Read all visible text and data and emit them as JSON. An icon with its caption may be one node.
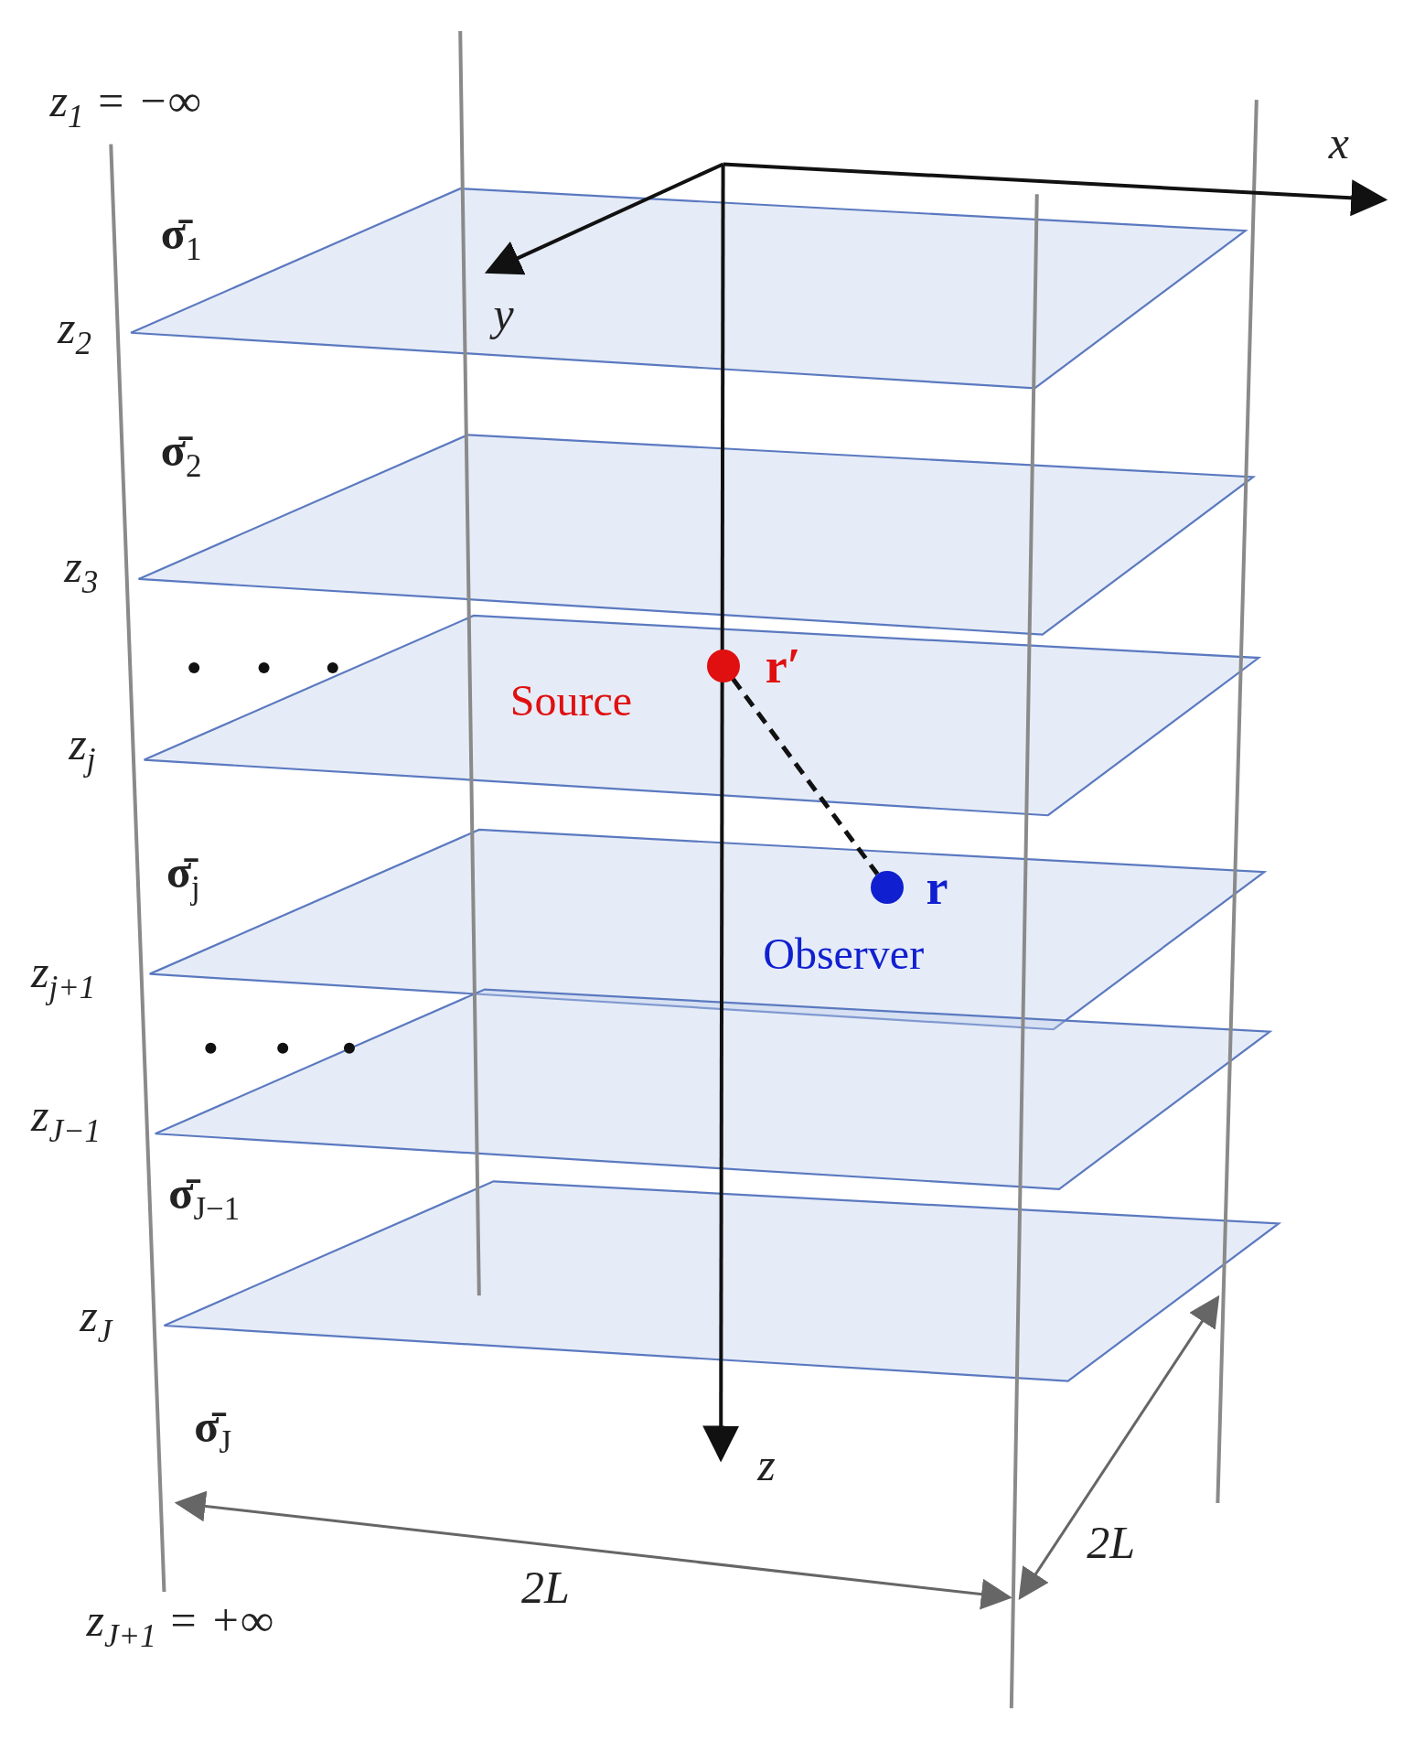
{
  "diagram": {
    "nodes": [
      {
        "text": [],
        "shape": "circle",
        "beside": [
          "r′",
          "Source"
        ]
      },
      {
        "text": [],
        "shape": "circle",
        "beside": [
          "r",
          "Observer"
        ]
      }
    ],
    "edges": [
      {
        "from": 0,
        "to": 1,
        "arrow": "none",
        "style": "dashed"
      }
    ],
    "labels": [
      "z$_{1}$ = −∞",
      "**σ̄**$_{1}$",
      "z$_{2}$",
      "**σ̄**$_{2}$",
      "z$_{3}$",
      "z$_{j}$",
      "**σ̄**$_{j}$",
      "z$_{j+1}$",
      "z$_{J−1}$",
      "**σ̄**$_{J−1}$",
      "z$_{J}$",
      "**σ̄**$_{J}$",
      "z$_{J+1}$ = +∞",
      "x",
      "y",
      "z",
      "2L",
      "2L"
    ]
  }
}
